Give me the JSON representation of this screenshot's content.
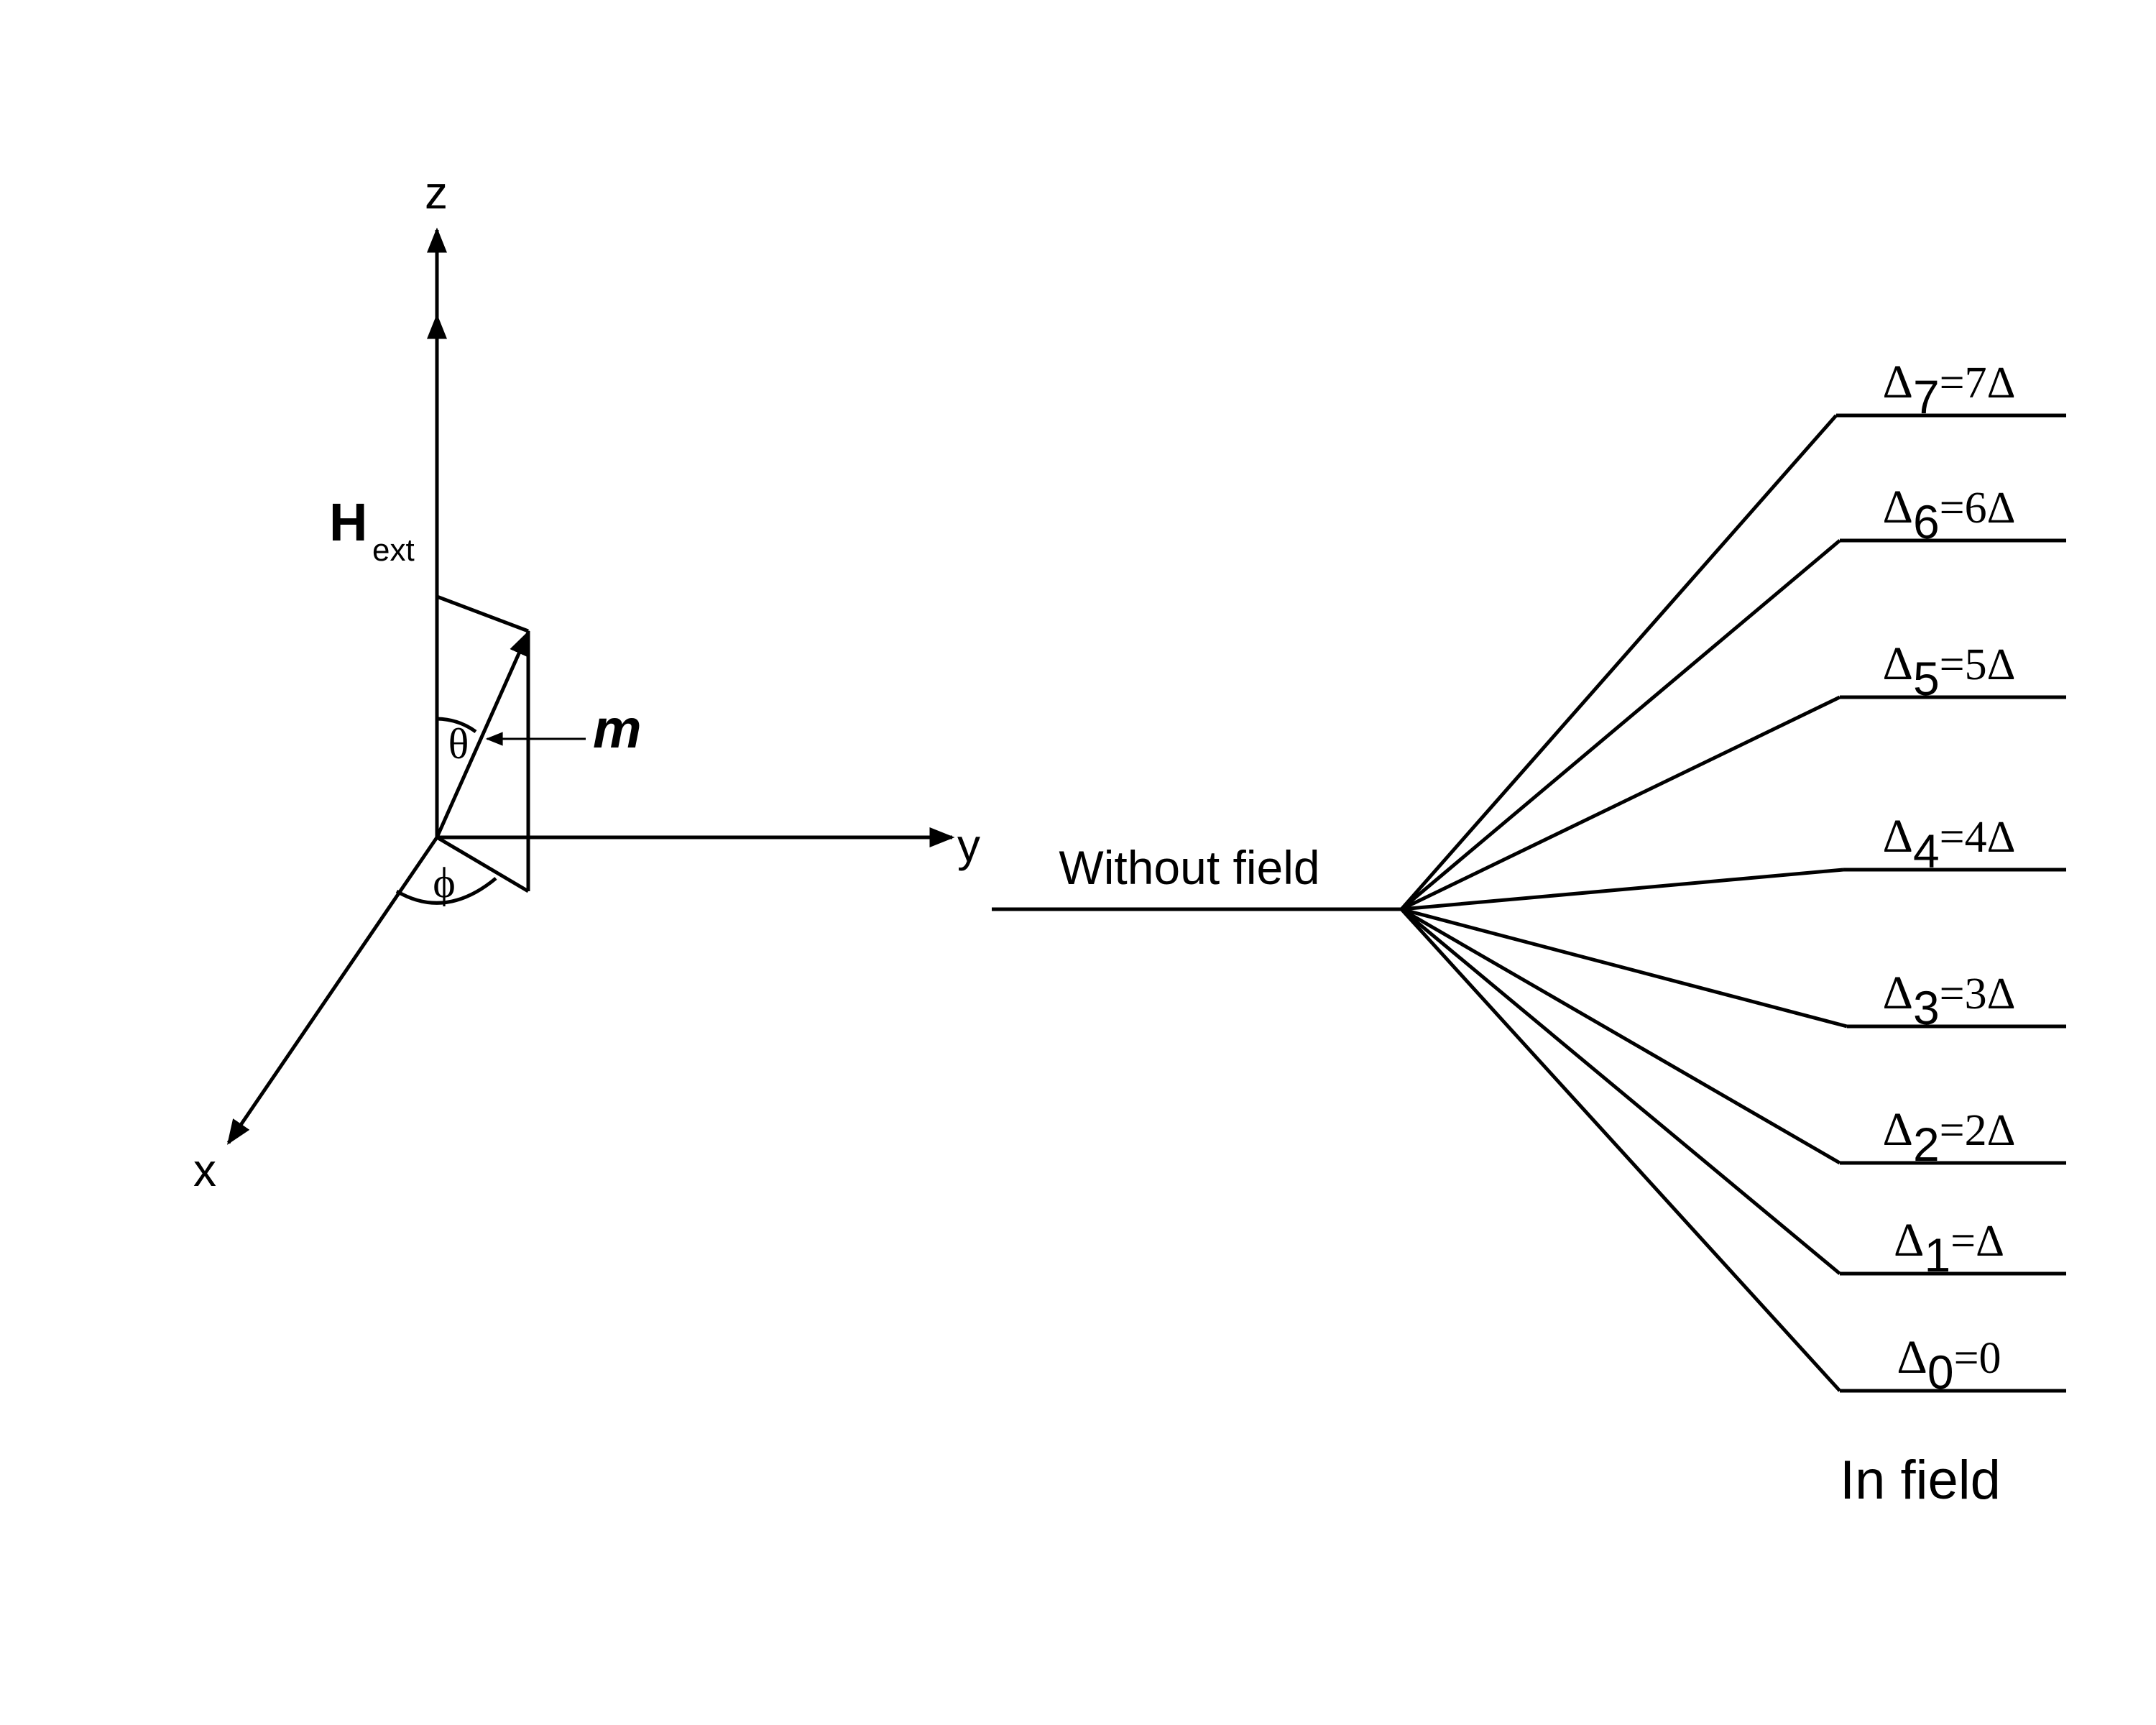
{
  "axes": {
    "z_label": "z",
    "y_label": "y",
    "x_label": "x"
  },
  "vectors": {
    "field_label": "H",
    "field_subscript": "ext",
    "moment_label": "m",
    "theta_label": "θ",
    "phi_label": "ϕ"
  },
  "splitting": {
    "without_field_label": "Without field",
    "in_field_label": "In field",
    "levels": [
      {
        "delta": "Δ",
        "index": "7",
        "rhs": "=7Δ"
      },
      {
        "delta": "Δ",
        "index": "6",
        "rhs": "=6Δ"
      },
      {
        "delta": "Δ",
        "index": "5",
        "rhs": "=5Δ"
      },
      {
        "delta": "Δ",
        "index": "4",
        "rhs": "=4Δ"
      },
      {
        "delta": "Δ",
        "index": "3",
        "rhs": "=3Δ"
      },
      {
        "delta": "Δ",
        "index": "2",
        "rhs": "=2Δ"
      },
      {
        "delta": "Δ",
        "index": "1",
        "rhs": "=Δ"
      },
      {
        "delta": "Δ",
        "index": "0",
        "rhs": "=0"
      }
    ]
  }
}
